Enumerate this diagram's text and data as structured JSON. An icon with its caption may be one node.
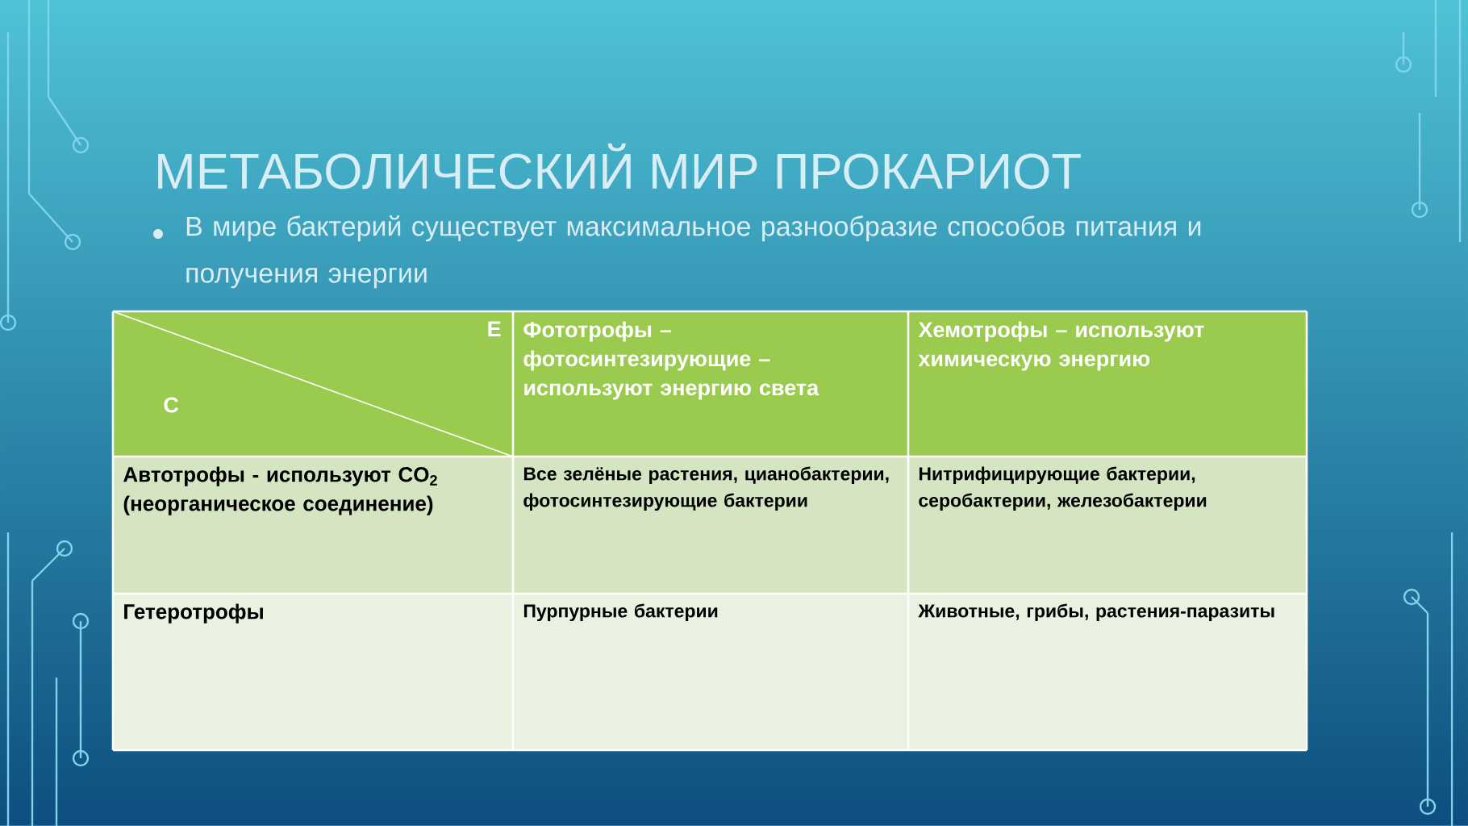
{
  "diagram": {
    "title": "МЕТАБОЛИЧЕСКИЙ МИР ПРОКАРИОТ",
    "labels": [
      "В мире бактерий существует максимальное разнообразие способов питания и получения энергии",
      "E",
      "C",
      "Фототрофы – фотосинтезирующие – используют энергию света",
      "Хемотрофы – используют химическую энергию",
      "Автотрофы - используют CO$_{2}$ (неорганическое соединение)",
      "Все зелёные растения, цианобактерии, фотосинтезирующие бактерии",
      "Нитрифицирующие бактерии, серобактерии, железобактерии",
      "Гетеротрофы",
      "Пурпурные бактерии",
      "Животные, грибы, растения-паразиты"
    ]
  }
}
